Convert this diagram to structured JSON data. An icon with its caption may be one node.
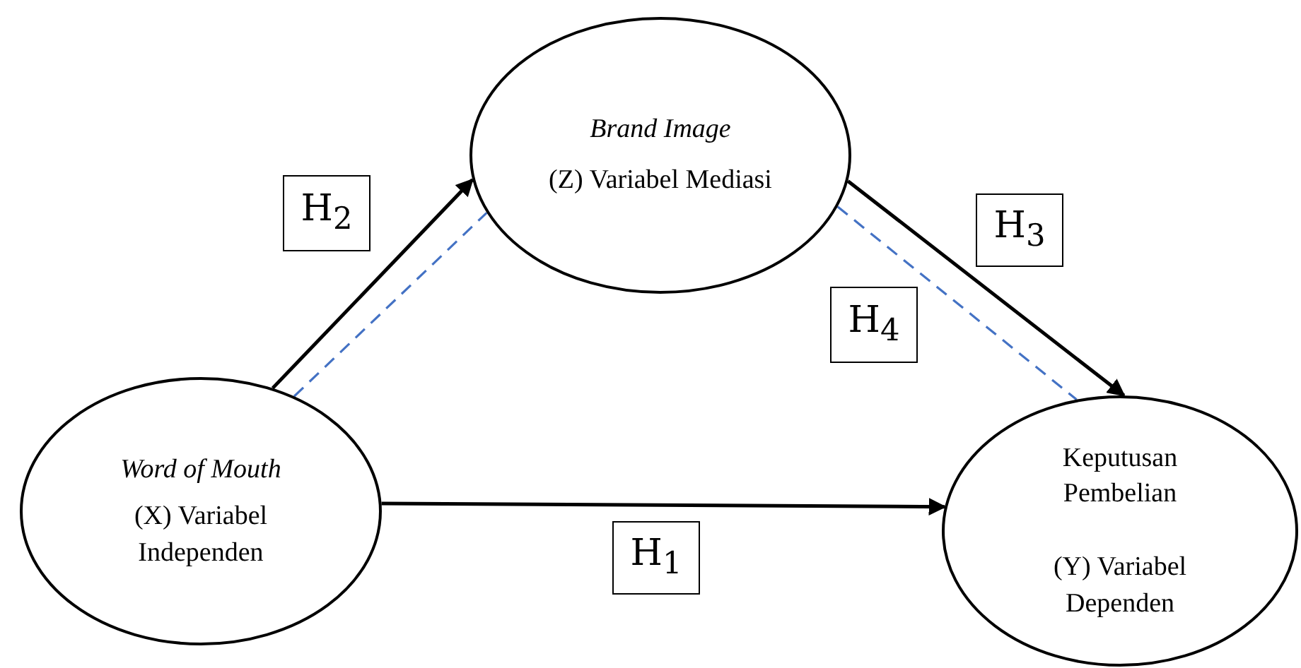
{
  "diagram": {
    "nodes": [
      {
        "text": [
          "Word of Mouth",
          "(X) Variabel Independen"
        ]
      },
      {
        "text": [
          "Brand Image",
          "(Z) Variabel Mediasi"
        ]
      },
      {
        "text": [
          "Keputusan Pembelian",
          "(Y) Variabel Dependen"
        ]
      },
      {
        "text": [
          "H$_{2}$"
        ]
      },
      {
        "text": [
          "H$_{3}$"
        ]
      },
      {
        "text": [
          "H$_{4}$"
        ]
      },
      {
        "text": [
          "H$_{1}$"
        ]
      }
    ],
    "edges": [
      {
        "from": 0,
        "to": 1,
        "arrow": "to"
      },
      {
        "from": 0,
        "to": 1,
        "arrow": "none",
        "style": "dashed",
        "color": "#4472c4"
      },
      {
        "from": 1,
        "to": 2,
        "arrow": "to"
      },
      {
        "from": 1,
        "to": 2,
        "arrow": "none",
        "style": "dashed",
        "color": "#4472c4"
      },
      {
        "from": 0,
        "to": 2,
        "arrow": "to"
      }
    ]
  }
}
